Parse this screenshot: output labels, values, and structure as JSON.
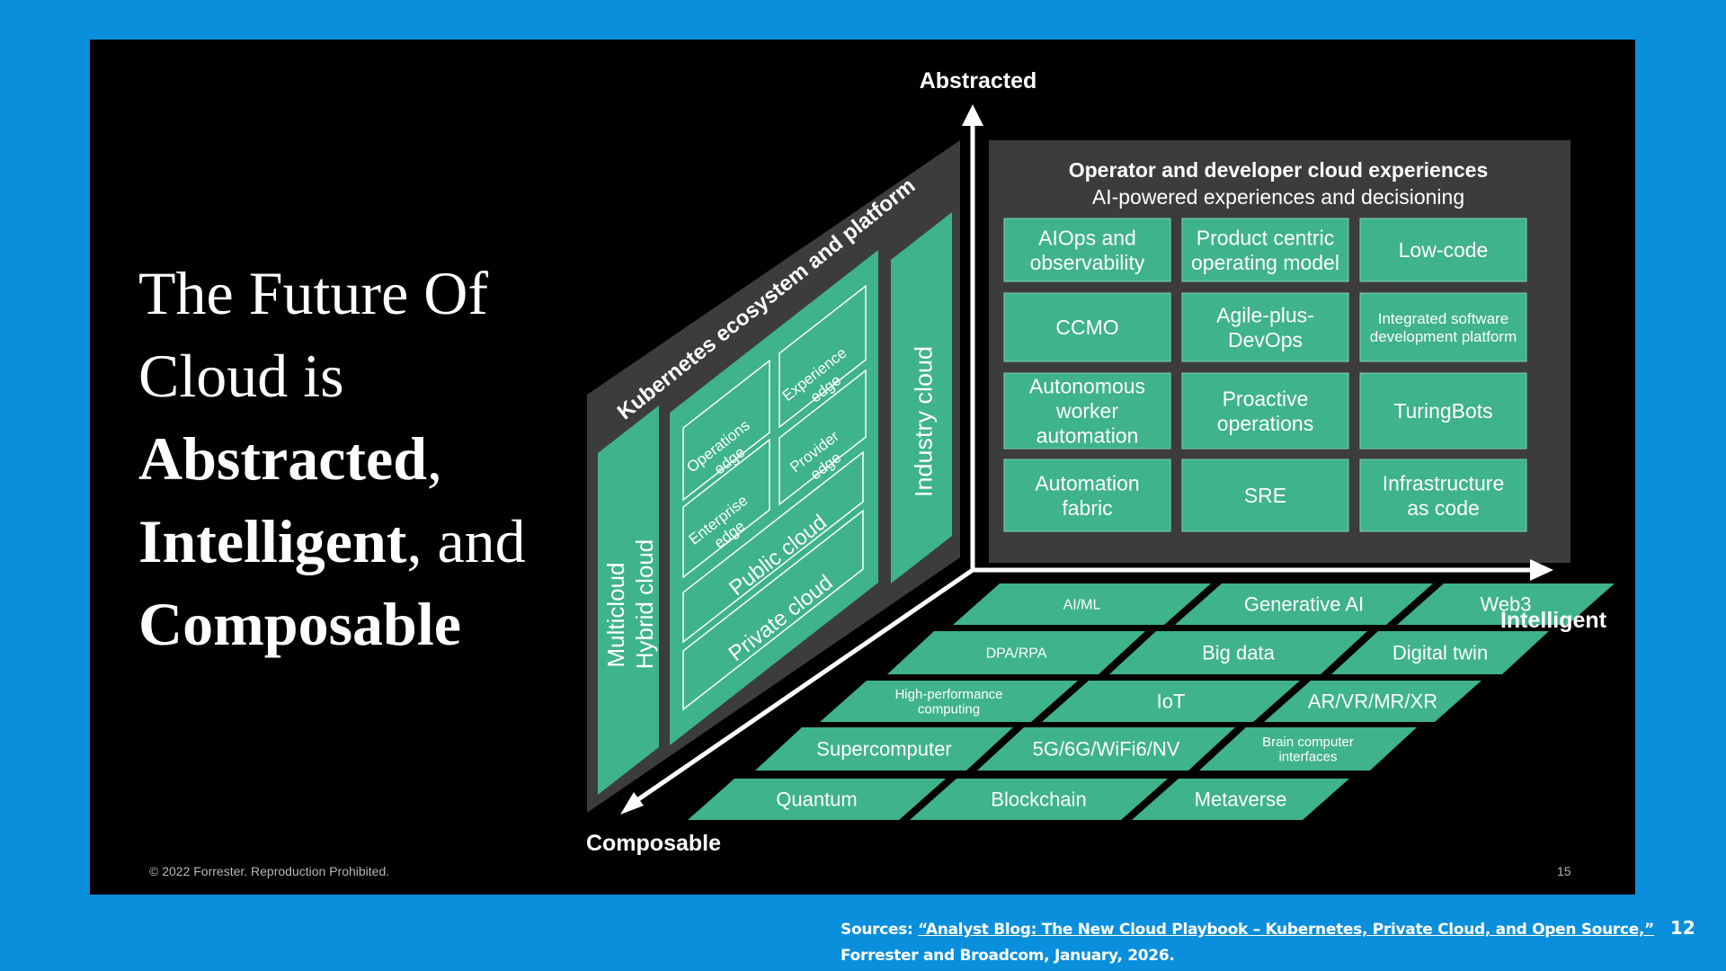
{
  "headline": {
    "line1": "The Future Of",
    "line2": "Cloud is",
    "line3_bold": "Abstracted",
    "line3_rest": ",",
    "line4_bold": "Intelligent",
    "line4_rest": ", and",
    "line5_bold": "Composable"
  },
  "axes": {
    "vertical": "Abstracted",
    "horizontal": "Intelligent",
    "depth": "Composable"
  },
  "back_panel": {
    "title": "Operator and developer cloud experiences",
    "subtitle": "AI-powered experiences and decisioning",
    "tiles": [
      [
        "AIOps and",
        "observability"
      ],
      [
        "Product centric",
        "operating model"
      ],
      [
        "Low-code"
      ],
      [
        "CCMO"
      ],
      [
        "Agile-plus-",
        "DevOps"
      ],
      [
        "Integrated software",
        "development platform"
      ],
      [
        "Autonomous",
        "worker",
        "automation"
      ],
      [
        "Proactive",
        "operations"
      ],
      [
        "TuringBots"
      ],
      [
        "Automation",
        "fabric"
      ],
      [
        "SRE"
      ],
      [
        "Infrastructure",
        "as code"
      ]
    ]
  },
  "left_panel": {
    "title": "Kubernetes ecosystem and platform",
    "multicloud": "Multicloud",
    "hybrid": "Hybrid cloud",
    "industry": "Industry cloud",
    "operations_edge": [
      "Operations",
      "edge"
    ],
    "experience_edge": [
      "Experience",
      "edge"
    ],
    "enterprise_edge": [
      "Enterprise",
      "edge"
    ],
    "provider_edge": [
      "Provider",
      "edge"
    ],
    "public_cloud": "Public cloud",
    "private_cloud": "Private cloud"
  },
  "floor_tiles": [
    [
      [
        "AI/ML"
      ],
      [
        "Generative AI"
      ],
      [
        "Web3"
      ]
    ],
    [
      [
        "DPA/RPA"
      ],
      [
        "Big data"
      ],
      [
        "Digital twin"
      ]
    ],
    [
      [
        "High-performance",
        "computing"
      ],
      [
        "IoT"
      ],
      [
        "AR/VR/MR/XR"
      ]
    ],
    [
      [
        "Supercomputer"
      ],
      [
        "5G/6G/WiFi6/NV"
      ],
      [
        "Brain computer",
        "interfaces"
      ]
    ],
    [
      [
        "Quantum"
      ],
      [
        "Blockchain"
      ],
      [
        "Metaverse"
      ]
    ]
  ],
  "footer": {
    "copyright": "© 2022 Forrester. Reproduction Prohibited.",
    "slide_number": "15"
  },
  "sources": {
    "prefix": "Sources: ",
    "link_text": "“Analyst Blog: The New Cloud Playbook – Kubernetes, Private Cloud, and Open Source,”",
    "line2": "Forrester and Broadcom, January, 2026."
  },
  "page_number": "12",
  "colors": {
    "outer_bg": "#0a8fdc",
    "slide_bg": "#000000",
    "panel_gray": "#3c3c3c",
    "tile_green": "#3fb38a",
    "text_white": "#ffffff"
  }
}
